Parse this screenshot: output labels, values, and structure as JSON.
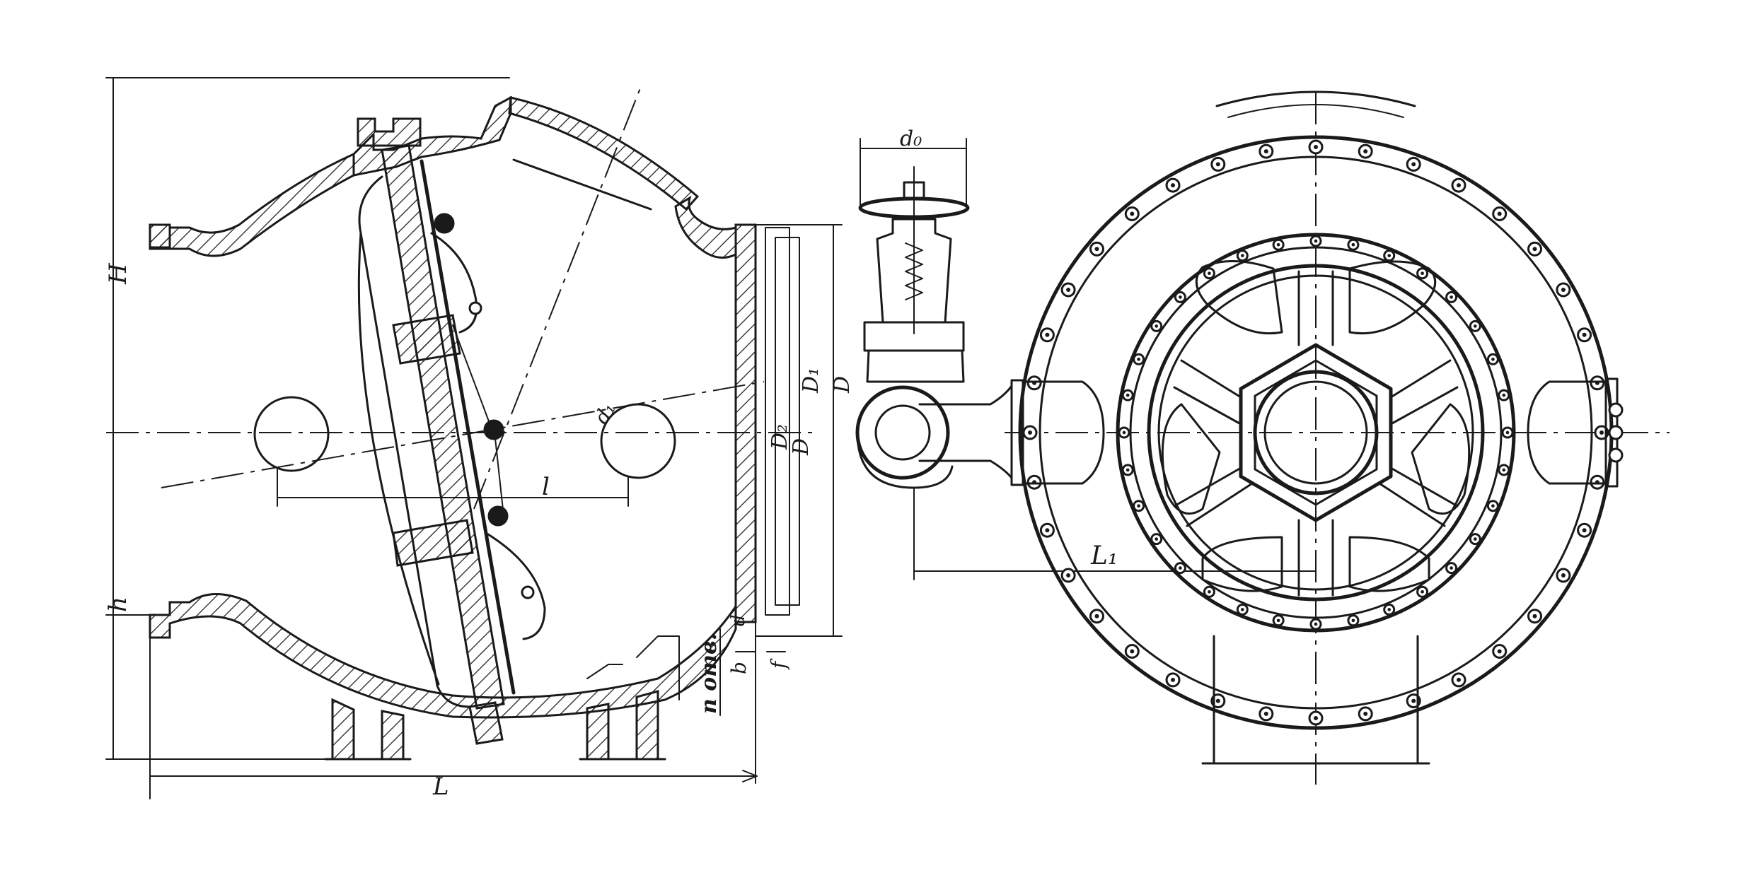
{
  "labels": {
    "H": "H",
    "h": "h",
    "L": "L",
    "l": "l",
    "d1": "d₁",
    "D": "D",
    "D1": "D₁",
    "D2": "D₂",
    "f": "f",
    "b": "b",
    "d": "d",
    "n_otv": "n отв.",
    "d0": "d₀",
    "L1": "L₁"
  },
  "colors": {
    "ink": "#1a1a1a",
    "paper": "#ffffff"
  }
}
